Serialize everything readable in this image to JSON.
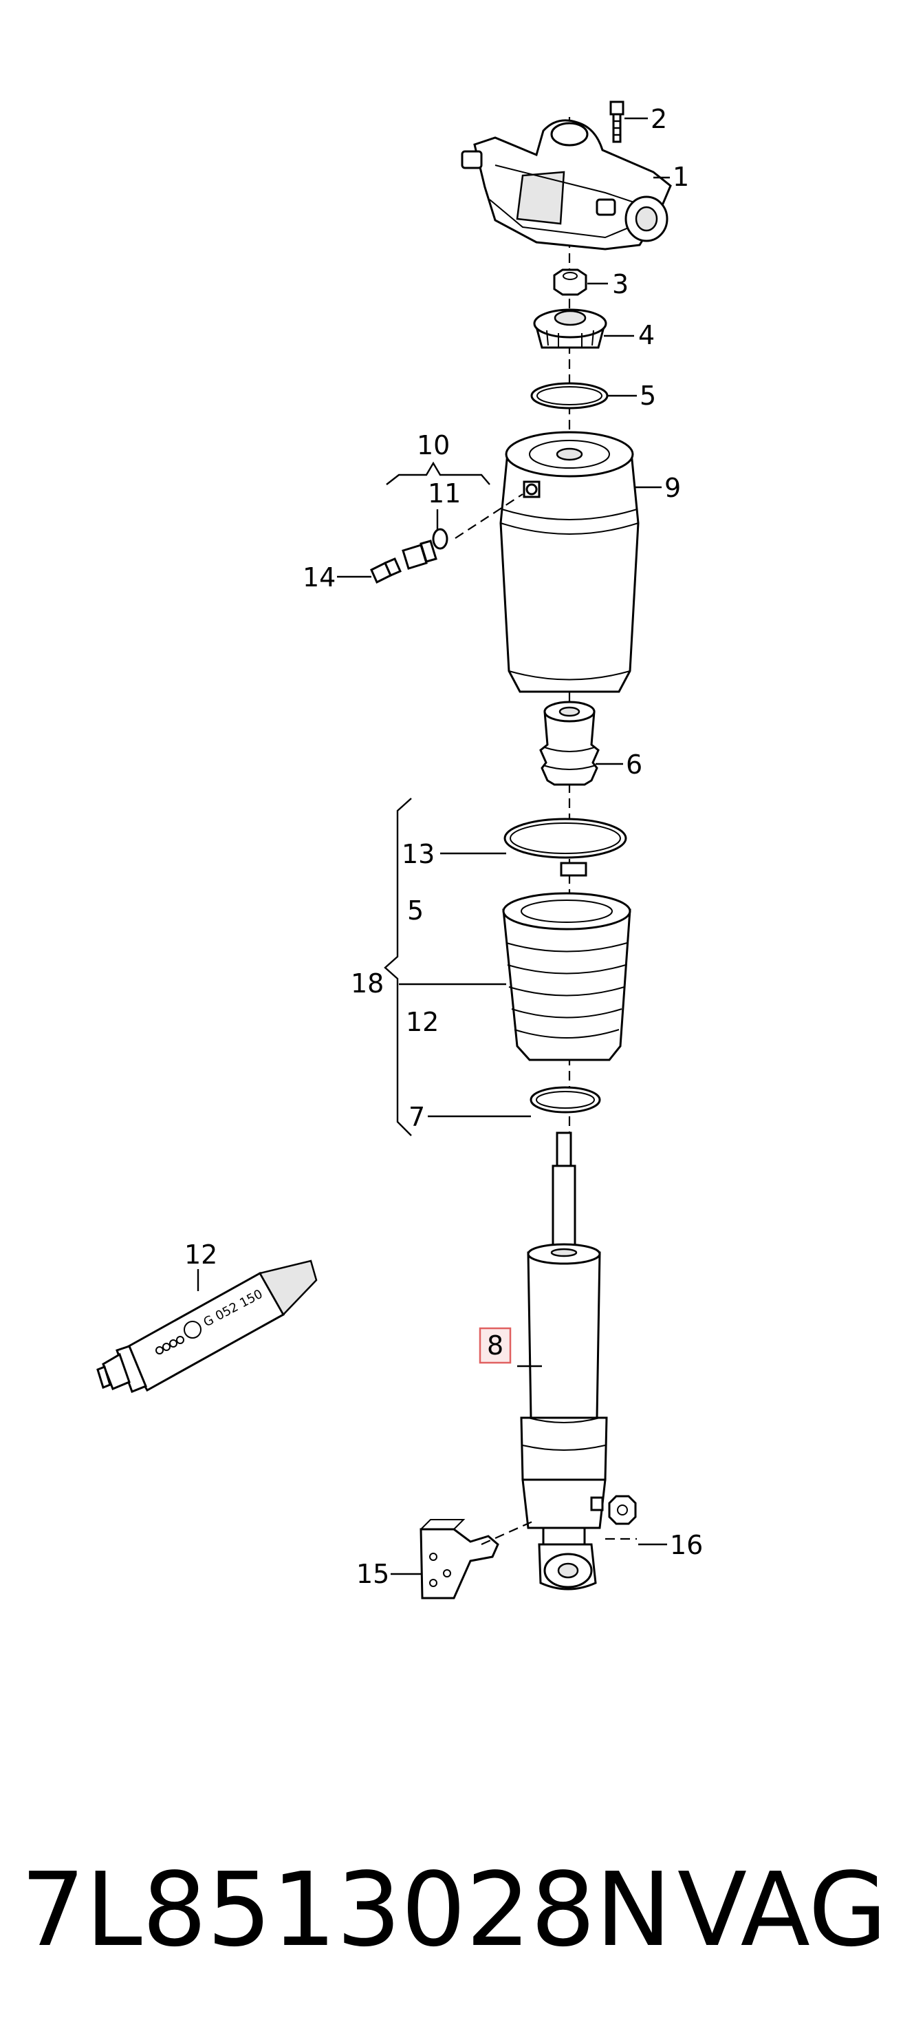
{
  "callouts": {
    "c1": "1",
    "c2": "2",
    "c3": "3",
    "c4": "4",
    "c5a": "5",
    "c9": "9",
    "c10": "10",
    "c11": "11",
    "c14": "14",
    "c6": "6",
    "c13": "13",
    "c5b": "5",
    "c18": "18",
    "c12a": "12",
    "c7": "7",
    "c12b": "12",
    "c8": "8",
    "c15": "15",
    "c16": "16"
  },
  "tube_print": "G 052 150",
  "footer": {
    "part_number": "7L8513028N",
    "brand": "VAG"
  },
  "highlight_color": "#e06060"
}
